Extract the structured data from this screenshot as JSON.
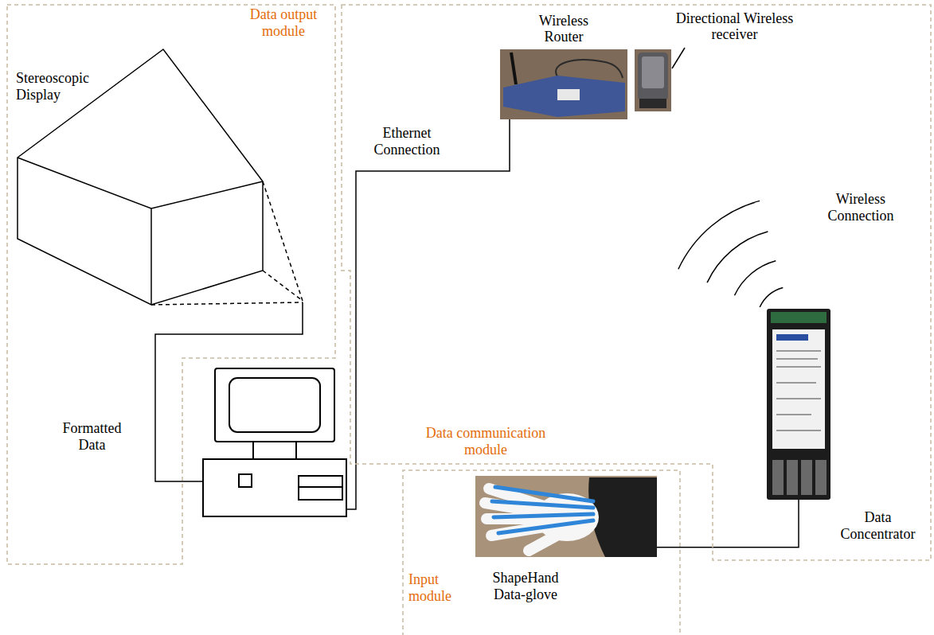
{
  "diagram": {
    "nodes": [
      {
        "text": [
          "Data output module"
        ]
      },
      {
        "text": [
          "Stereoscopic Display"
        ],
        "in": 0
      },
      {
        "text": [
          "Data communication module"
        ]
      },
      {
        "text": [
          "Wireless Router"
        ],
        "in": 2
      },
      {
        "text": [
          "Directional Wireless receiver"
        ],
        "in": 2
      },
      {
        "text": [
          "Data Concentrator"
        ],
        "in": 2
      },
      {
        "text": [
          "Input module"
        ]
      },
      {
        "text": [
          "ShapeHand Data-glove"
        ],
        "in": 6
      }
    ],
    "edges": [
      {
        "from": 7,
        "to": 5,
        "arrow": "none"
      }
    ],
    "labels": [
      "Ethernet Connection",
      "Wireless Connection",
      "Formatted Data"
    ]
  }
}
